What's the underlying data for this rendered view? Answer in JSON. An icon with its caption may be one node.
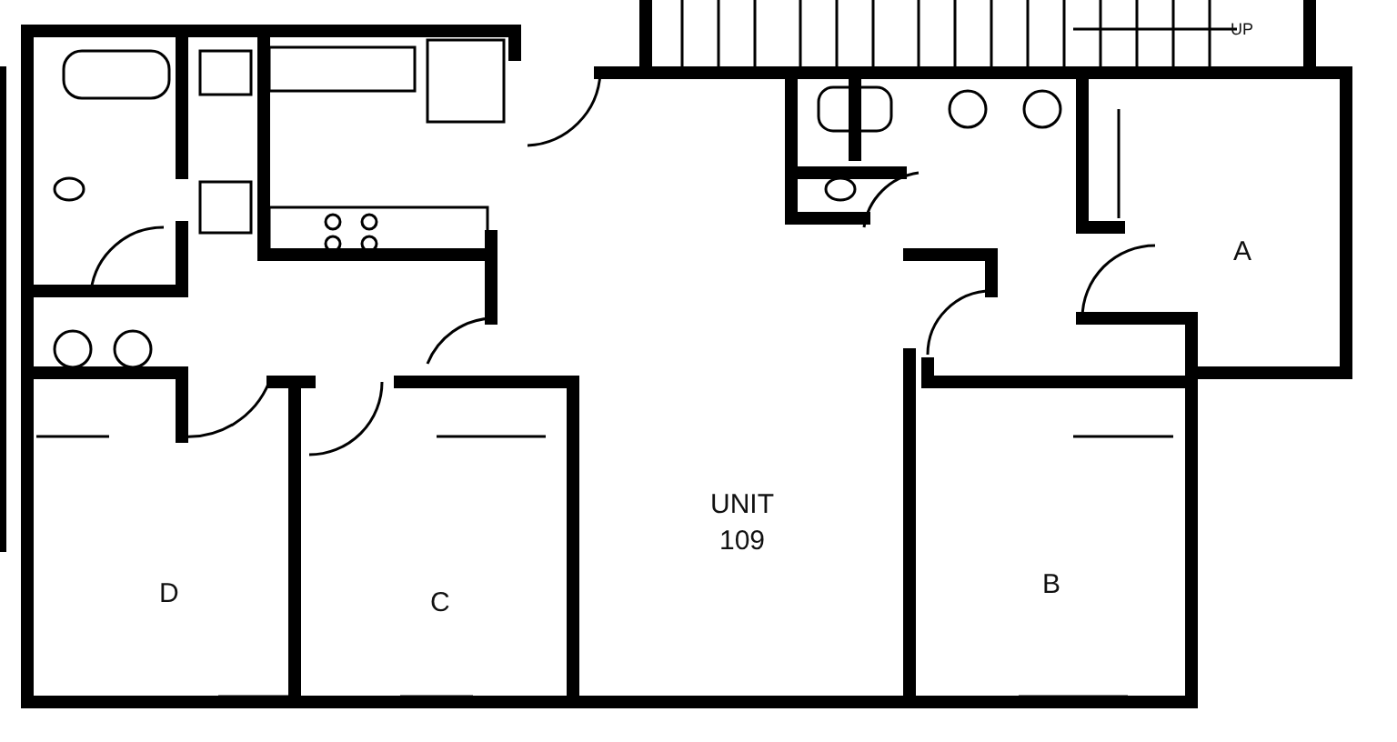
{
  "diagram": {
    "labels": [
      "UP",
      "A",
      "UNIT 109",
      "B",
      "D",
      "C"
    ]
  }
}
